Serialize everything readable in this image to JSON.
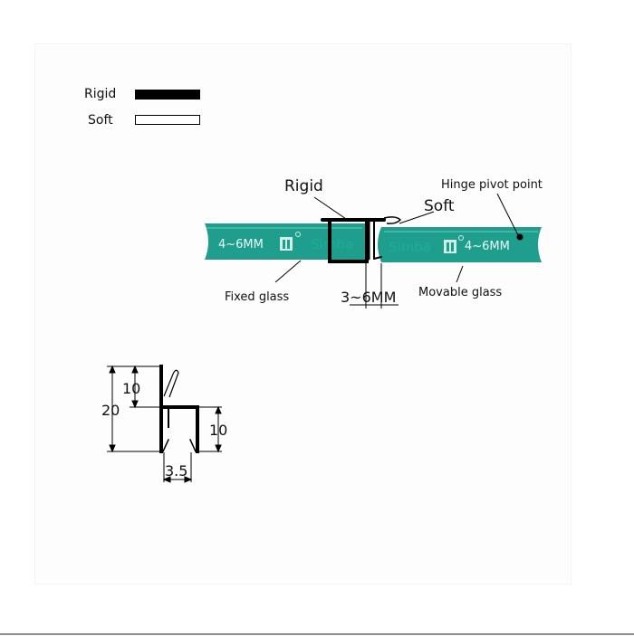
{
  "legend": {
    "rigid": {
      "label": "Rigid",
      "color": "#000000"
    },
    "soft": {
      "label": "Soft",
      "color": "#ffffff"
    }
  },
  "seal": {
    "rigid_label": "Rigid",
    "soft_label": "Soft",
    "hinge_label": "Hinge pivot point",
    "fixed_glass_label": "Fixed glass",
    "movable_glass_label": "Movable glass",
    "gap_label": "3~6MM",
    "left_thickness": "4~6MM",
    "right_thickness": "4~6MM",
    "left_watermark": "Simba",
    "right_watermark": "Simba",
    "glass_color": "#1f9e8e"
  },
  "profile": {
    "dim_top": "10",
    "dim_total": "20",
    "dim_right": "10",
    "dim_width": "3.5"
  }
}
